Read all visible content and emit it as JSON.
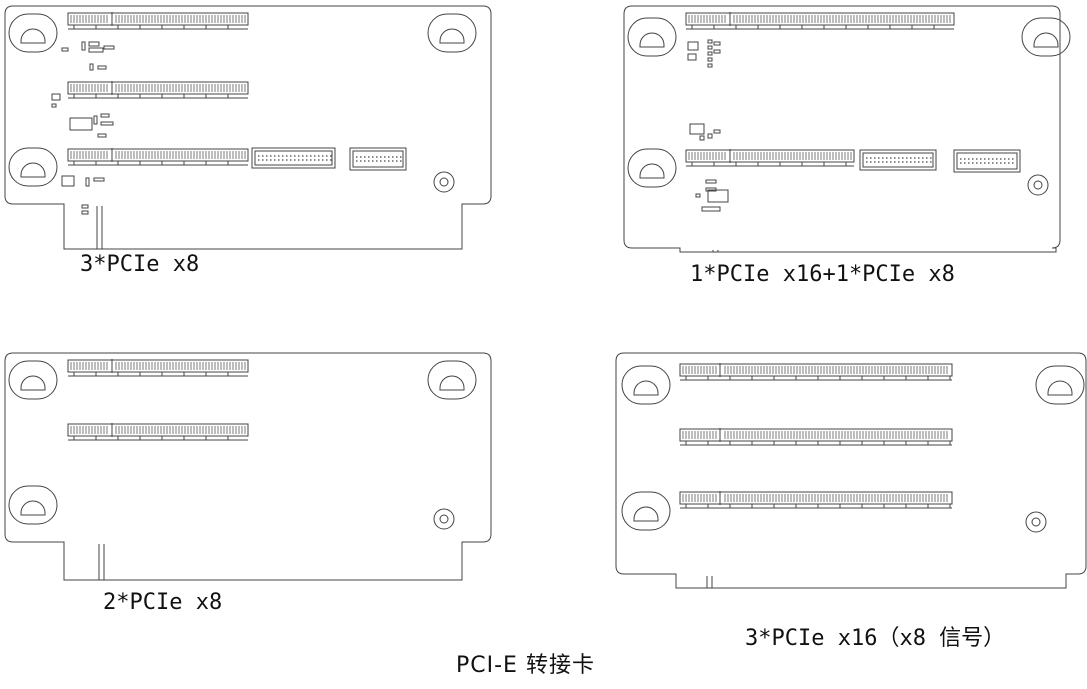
{
  "colors": {
    "line": "#444444",
    "paper": "#ffffff"
  },
  "boards": [
    {
      "label": "3*PCIe x8"
    },
    {
      "label": "1*PCIe x16+1*PCIe x8"
    },
    {
      "label": "2*PCIe x8"
    },
    {
      "label": "3*PCIe x16（x8 信号）"
    }
  ],
  "title": "PCI-E 转接卡"
}
